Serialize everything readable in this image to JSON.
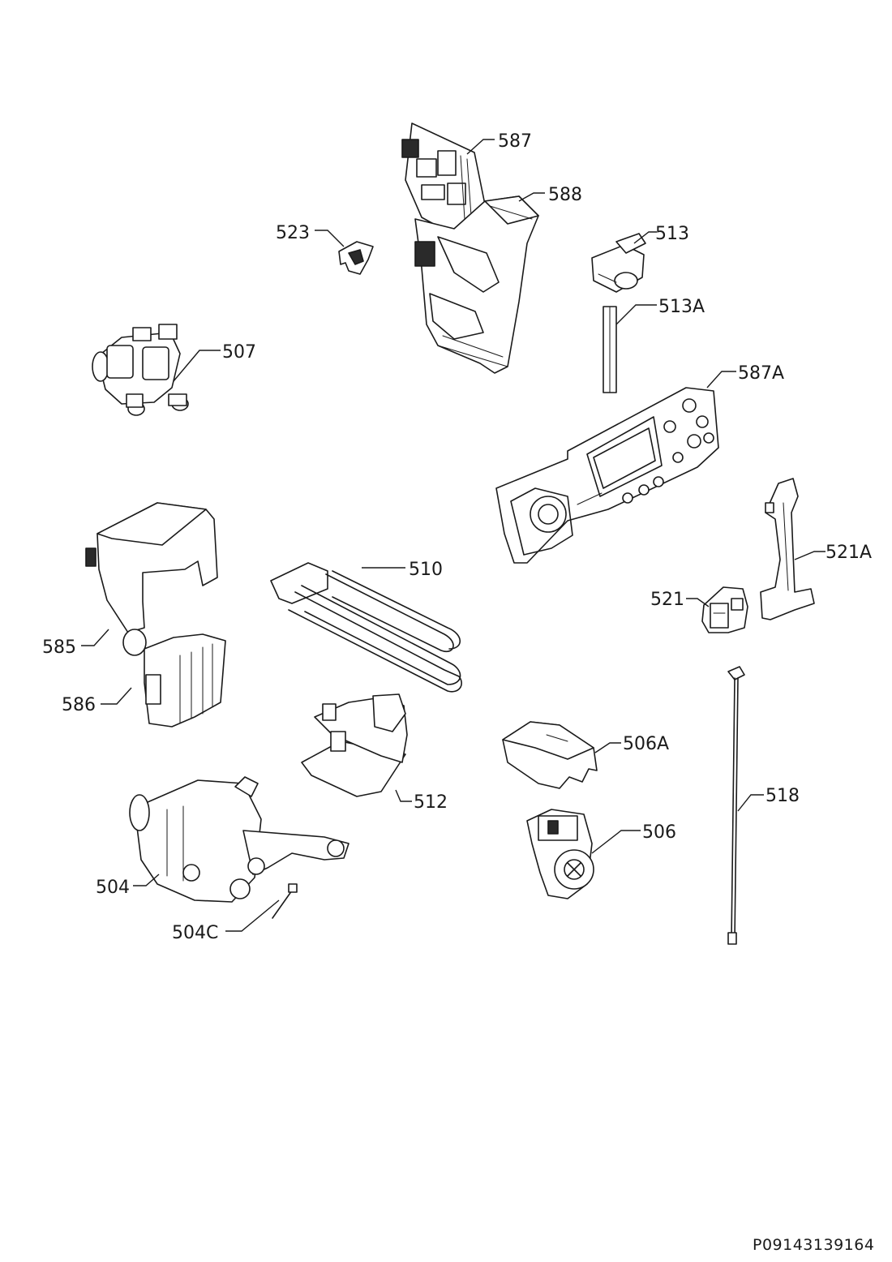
{
  "labels": {
    "l587": "587",
    "l588": "588",
    "l523": "523",
    "l513": "513",
    "l513A": "513A",
    "l507": "507",
    "l587A": "587A",
    "l521A": "521A",
    "l510": "510",
    "l521": "521",
    "l585": "585",
    "l586": "586",
    "l506A": "506A",
    "l518": "518",
    "l512": "512",
    "l506": "506",
    "l504": "504",
    "l504C": "504C"
  },
  "document_code": "P09143139164"
}
